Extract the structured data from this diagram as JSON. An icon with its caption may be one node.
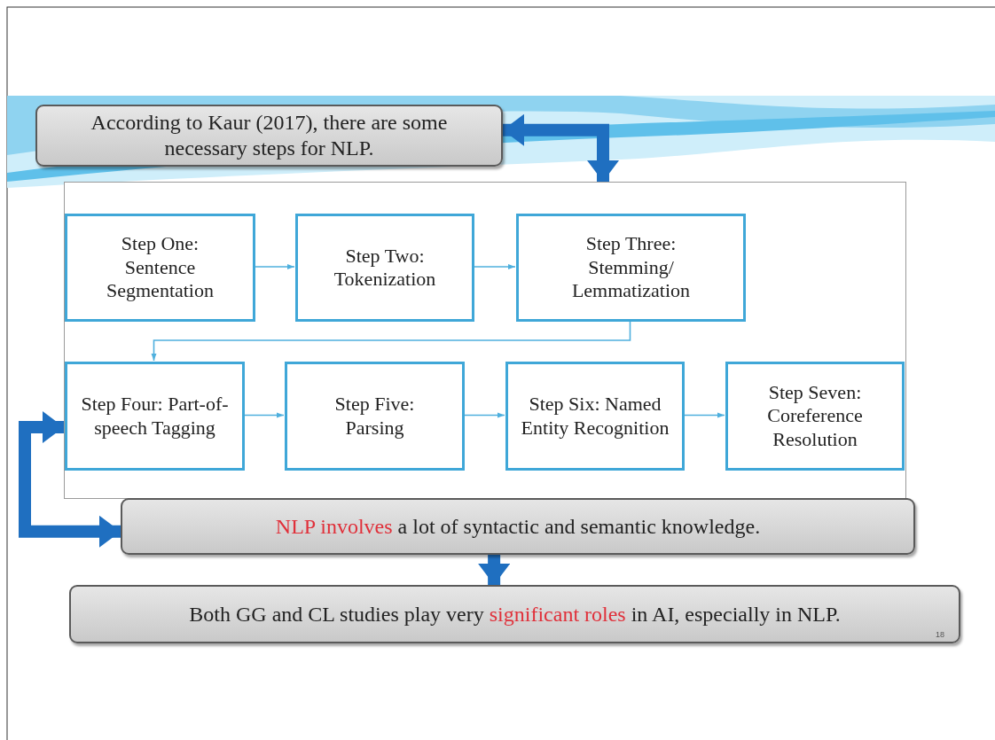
{
  "diagram": {
    "nodes": [
      {
        "text": [
          "According to Kaur (2017), there are some necessary steps for NLP."
        ]
      },
      {
        "text": [],
        "shape": "box"
      },
      {
        "text": [
          "Step One: Sentence Segmentation"
        ],
        "in": 1
      },
      {
        "text": [
          "Step Two: Tokenization"
        ],
        "in": 1
      },
      {
        "text": [
          "Step Three: Stemming/ Lemmatization"
        ],
        "in": 1
      },
      {
        "text": [
          "Step Four: Part-of-speech Tagging"
        ],
        "in": 1
      },
      {
        "text": [
          "Step Five: Parsing"
        ],
        "in": 1
      },
      {
        "text": [
          "Step Six: Named Entity Recognition"
        ],
        "in": 1
      },
      {
        "text": [
          "Step Seven: Coreference Resolution"
        ],
        "in": 1
      },
      {
        "text": [
          "*NLP  involves* a lot of syntactic and semantic knowledge."
        ]
      },
      {
        "text": [
          "Both GG and CL studies play very *significant roles* in AI, especially in NLP."
        ]
      }
    ],
    "edges": [
      {
        "from": 0,
        "to": 1,
        "arrow": "both",
        "style": "thick",
        "color": "#1f6fc0"
      },
      {
        "from": 2,
        "to": 3,
        "arrow": "to"
      },
      {
        "from": 3,
        "to": 4,
        "arrow": "to"
      },
      {
        "from": 4,
        "to": 5,
        "arrow": "to"
      },
      {
        "from": 5,
        "to": 6,
        "arrow": "to"
      },
      {
        "from": 6,
        "to": 7,
        "arrow": "to"
      },
      {
        "from": 7,
        "to": 8,
        "arrow": "to"
      },
      {
        "from": 9,
        "to": 5,
        "arrow": "both",
        "style": "thick",
        "color": "#1f6fc0"
      },
      {
        "from": 9,
        "to": 10,
        "arrow": "to",
        "style": "thick",
        "color": "#1f6fc0"
      }
    ],
    "labels": [
      "18"
    ]
  }
}
